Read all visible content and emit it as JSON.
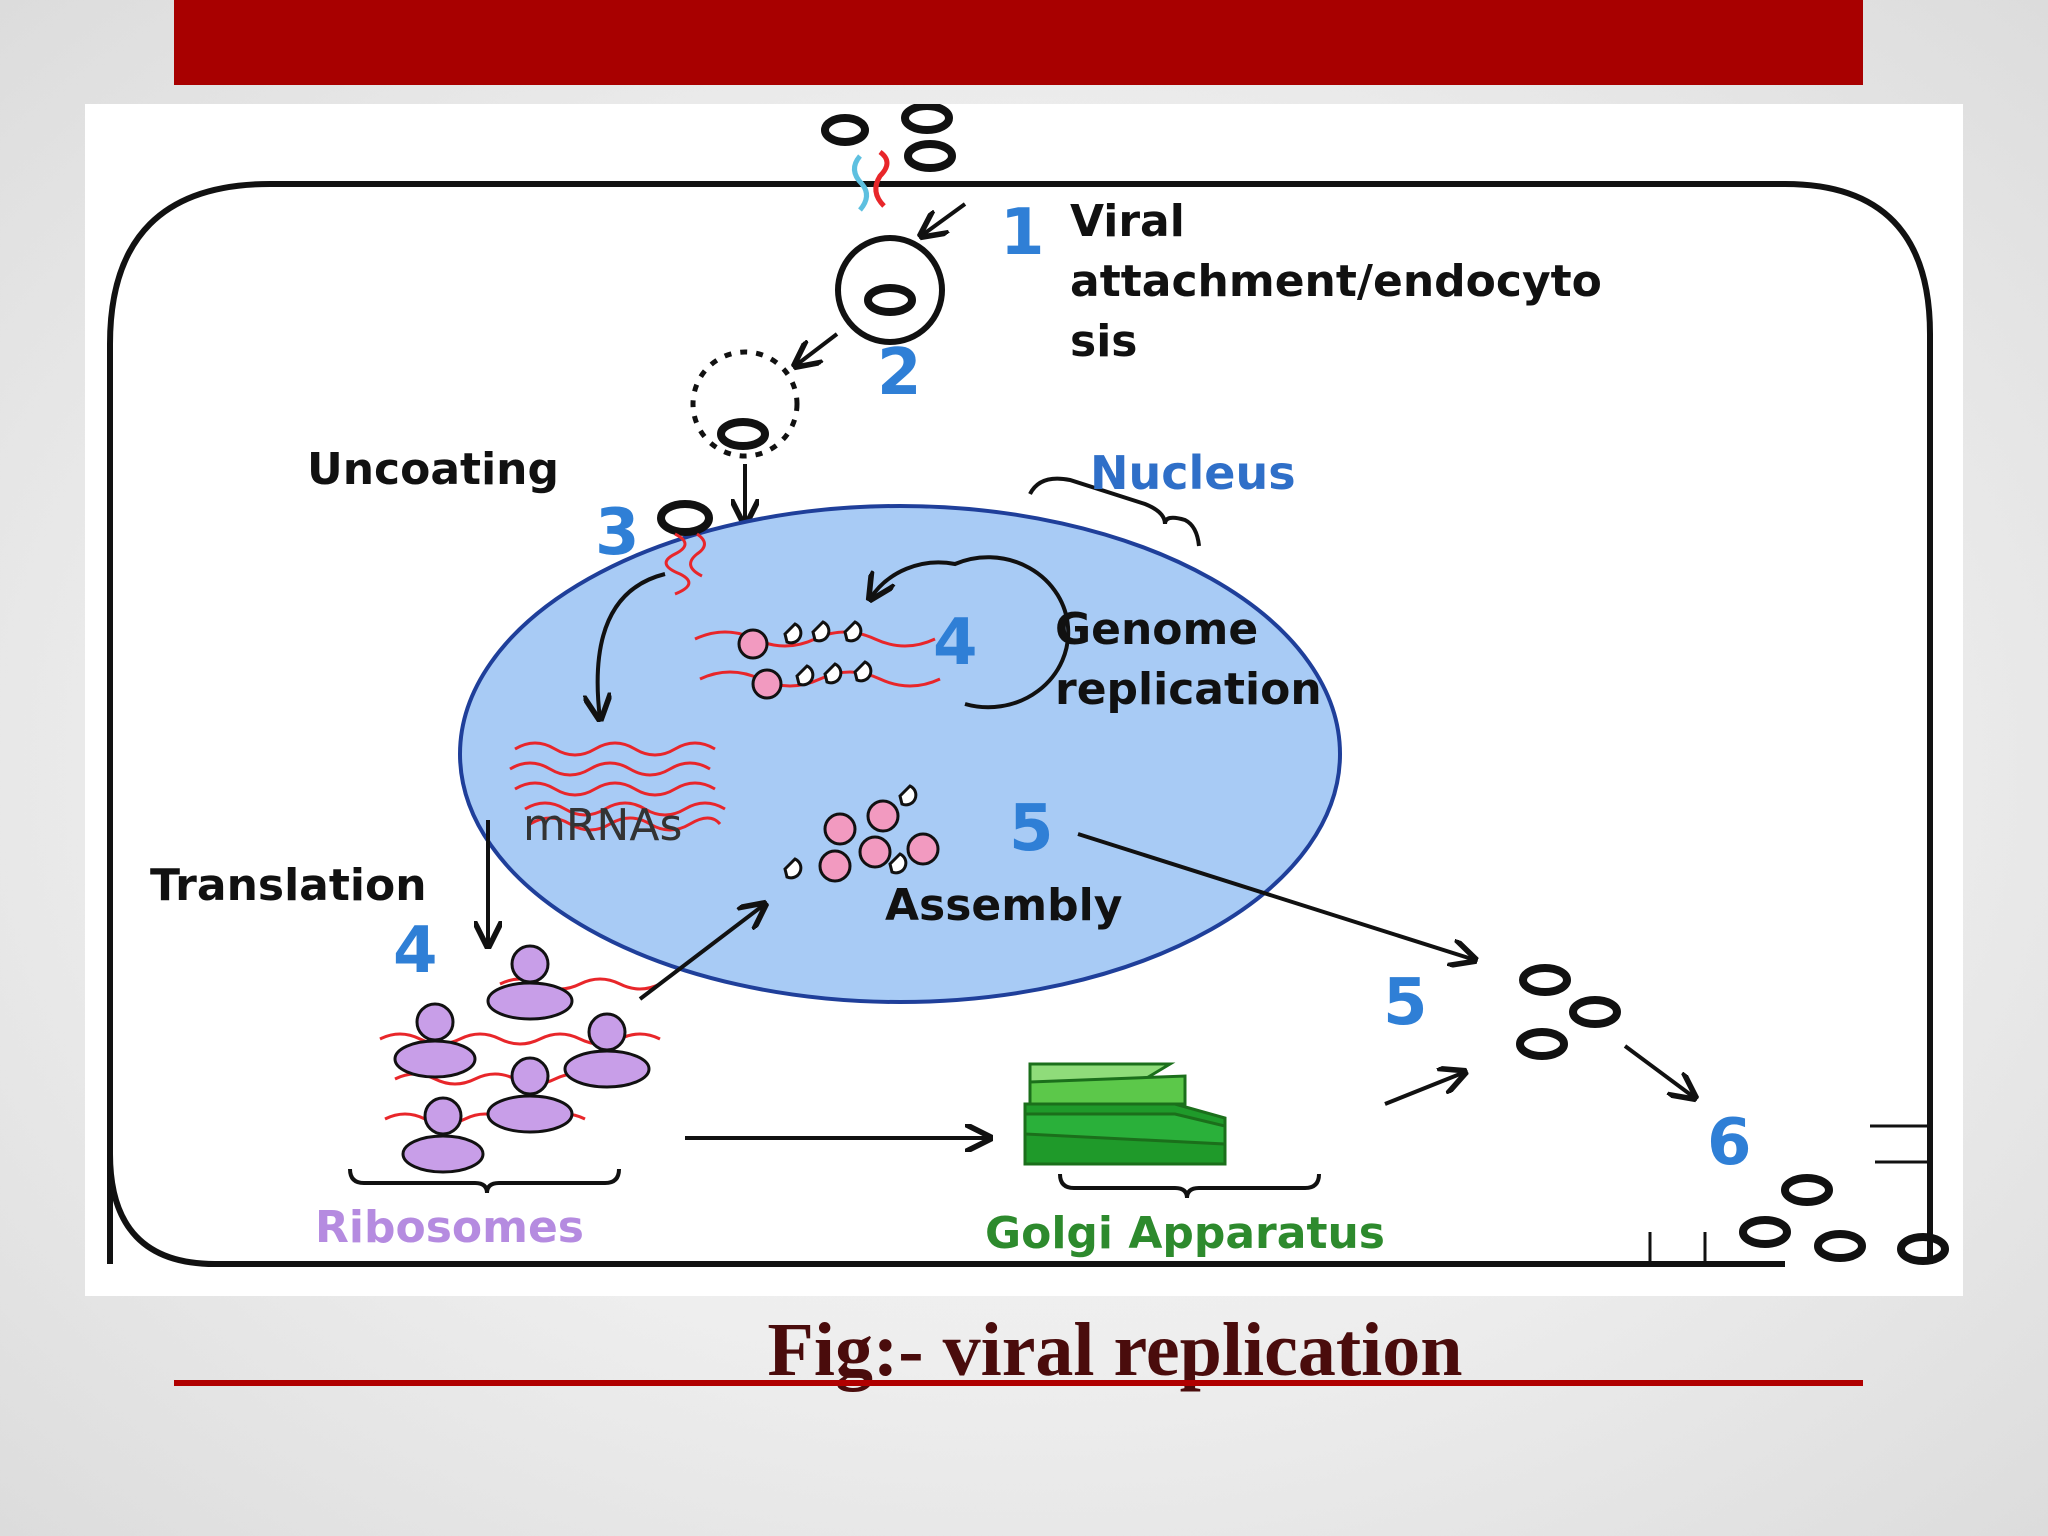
{
  "slide": {
    "caption": "Fig:- viral replication",
    "accent_color": "#a80000"
  },
  "diagram": {
    "steps": [
      {
        "number": "1",
        "label_lines": [
          "Viral",
          "attachment/endocyto",
          "sis"
        ]
      },
      {
        "number": "2"
      },
      {
        "number": "3",
        "label": "Uncoating"
      },
      {
        "number": "4",
        "label_lines": [
          "Genome",
          "replication"
        ]
      },
      {
        "number": "4",
        "label": "Translation"
      },
      {
        "number": "5",
        "label": "Assembly"
      },
      {
        "number": "5"
      },
      {
        "number": "6"
      }
    ],
    "structures": {
      "nucleus": "Nucleus",
      "mrnas": "mRNAs",
      "ribosomes": "Ribosomes",
      "golgi": "Golgi Apparatus"
    },
    "colors": {
      "step_number": "#2f7fd6",
      "nucleus_fill": "#a8cbf5",
      "nucleus_stroke": "#1f3f9a",
      "rna": "#e8262a",
      "capsid_pink": "#f29ac0",
      "ribosome": "#c89ee8",
      "golgi_light": "#8fdc7a",
      "golgi_dark": "#1f9a2a",
      "ribosome_label": "#b58be0",
      "golgi_label": "#2d8a2d",
      "nucleus_label": "#2f6fc8"
    }
  }
}
